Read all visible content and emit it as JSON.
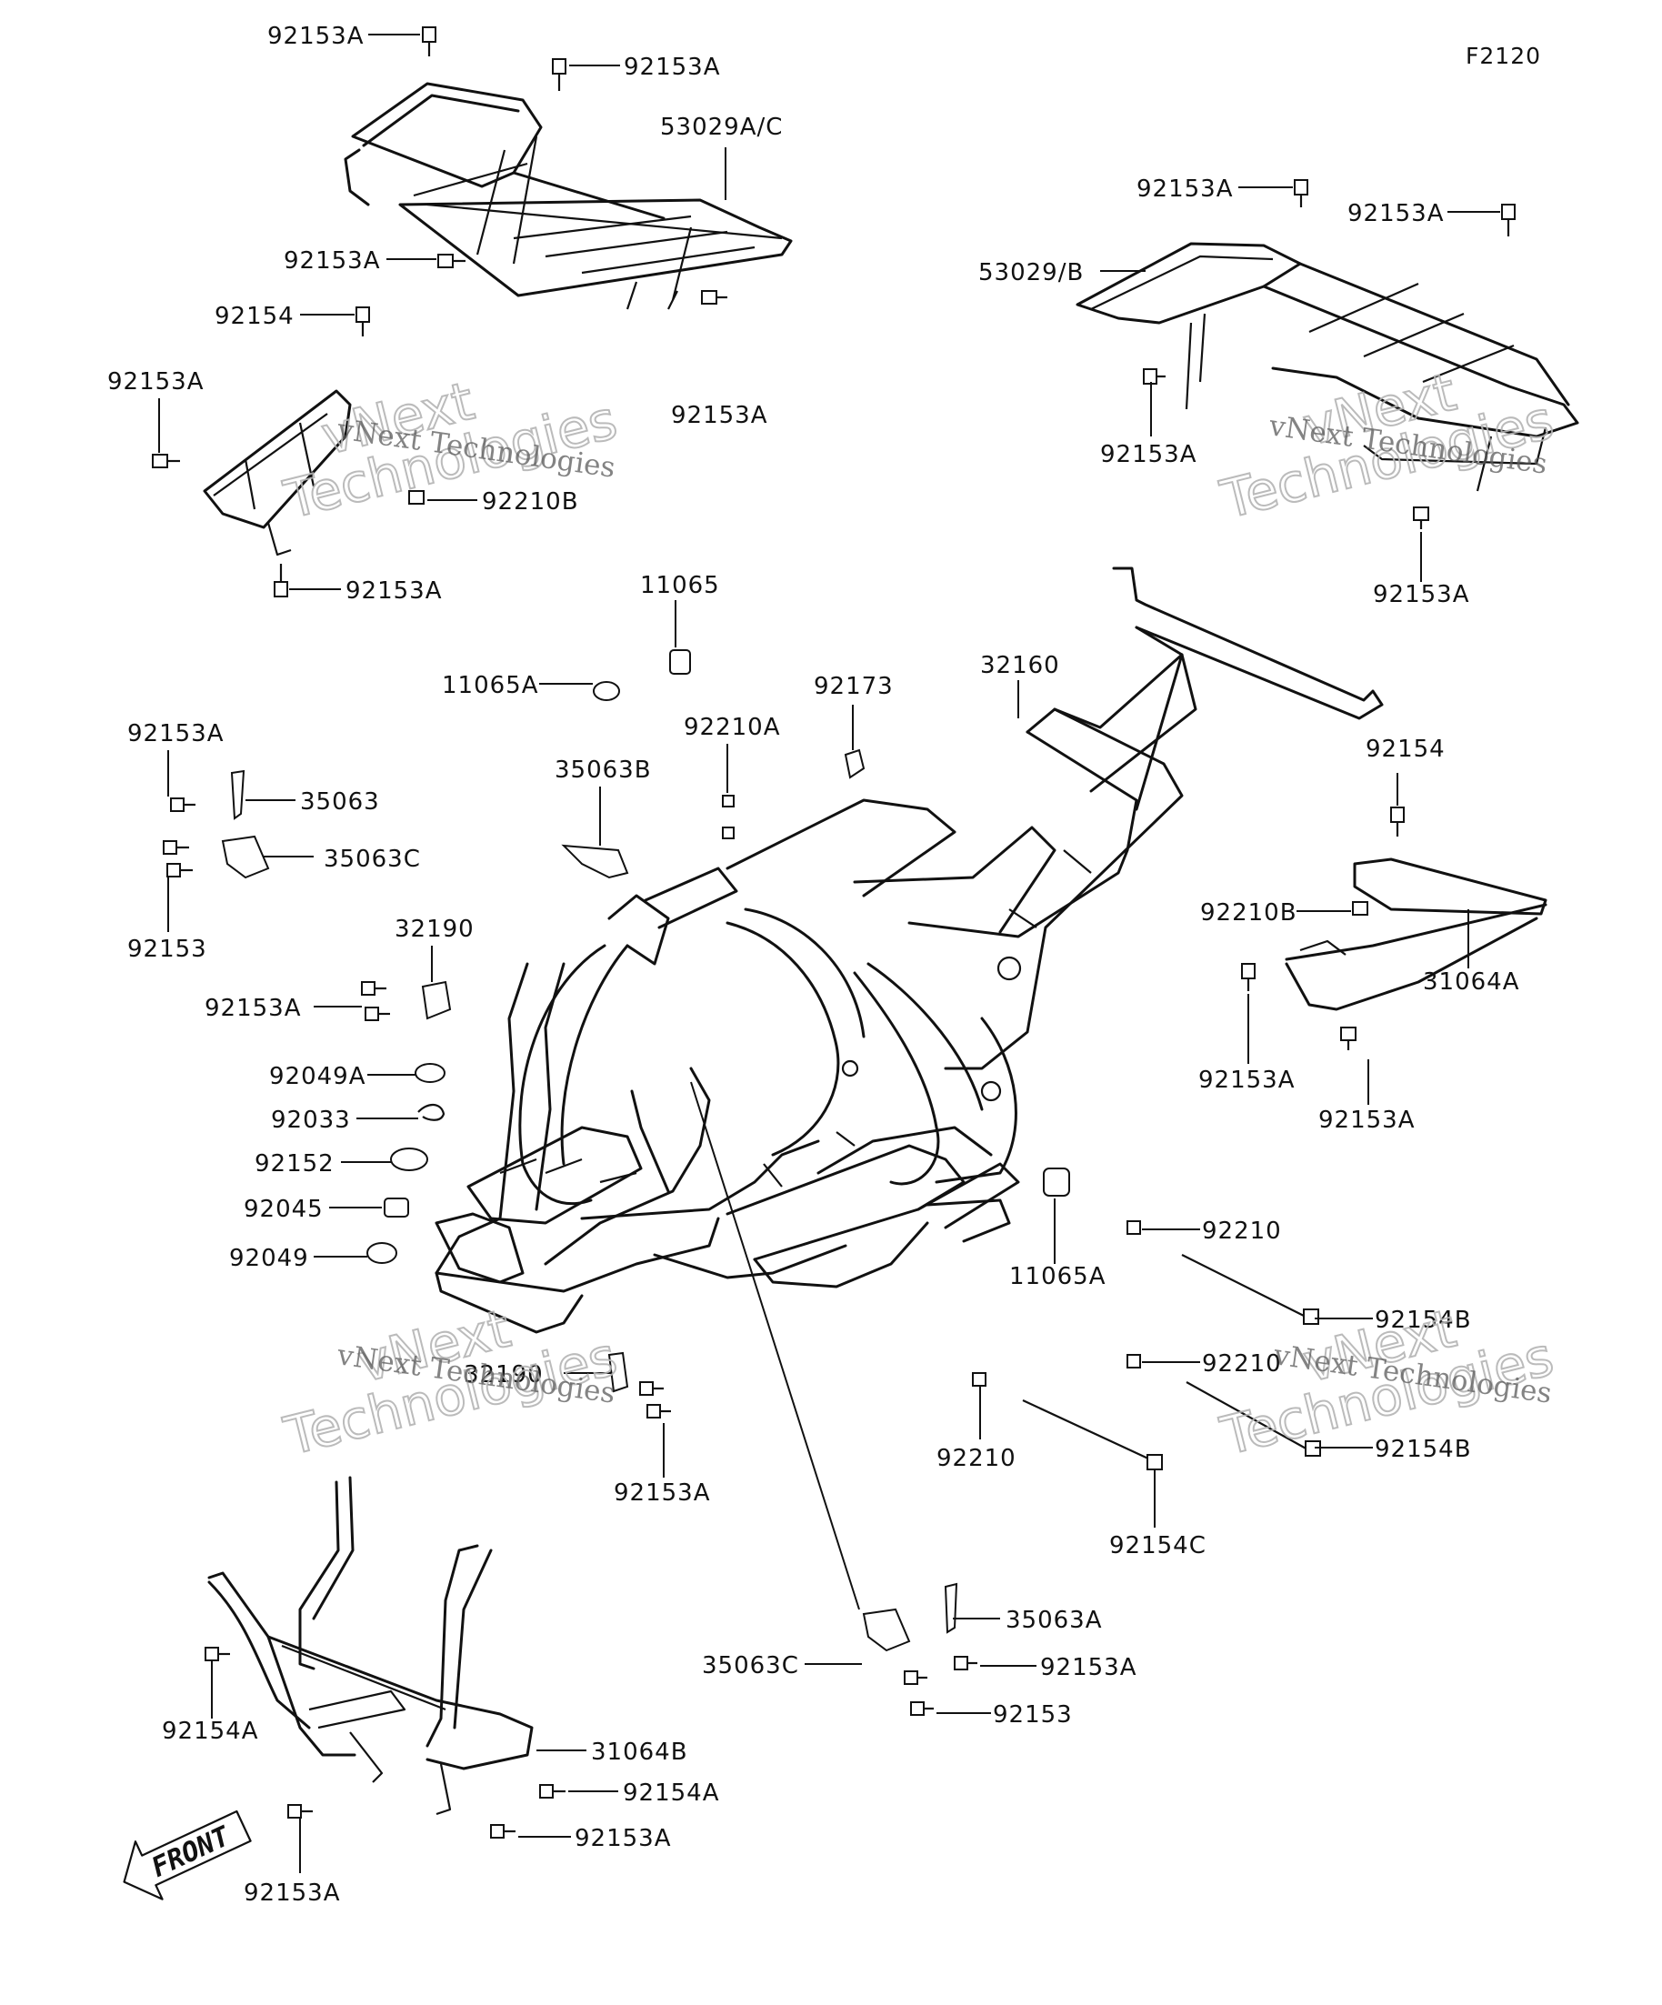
{
  "figure_code": "F2120",
  "front_arrow_label": "FRONT",
  "watermarks": [
    {
      "line1": "vNext Technologies",
      "line2": "vNext\nTechnologies"
    }
  ],
  "watermark_text": {
    "small": "vNext Technologies",
    "big_a": "vNext",
    "big_b": "Technologies"
  },
  "labels": {
    "l01": "92153A",
    "l02": "92153A",
    "l03": "53029A/C",
    "l04": "92153A",
    "l05": "92154",
    "l06": "92153A",
    "l07": "92153A",
    "l08": "92210B",
    "l09": "92153A",
    "l10": "F2120",
    "l11": "92153A",
    "l12": "92153A",
    "l13": "53029/B",
    "l14": "92153A",
    "l15": "92153A",
    "l16": "11065",
    "l17": "11065A",
    "l18": "92173",
    "l19": "32160",
    "l20": "92210A",
    "l21": "92153A",
    "l22": "35063",
    "l23": "35063B",
    "l24": "35063C",
    "l25": "92153",
    "l26": "92154",
    "l27": "92210B",
    "l28": "31064A",
    "l29": "92153A",
    "l30": "92153A",
    "l31": "32190",
    "l32": "92153A",
    "l33": "92049A",
    "l34": "92033",
    "l35": "92152",
    "l36": "92045",
    "l37": "92049",
    "l38": "11065A",
    "l39": "92210",
    "l40": "92154B",
    "l41": "92210",
    "l42": "92210",
    "l43": "92154B",
    "l44": "32190",
    "l45": "92153A",
    "l46": "92154C",
    "l47": "35063A",
    "l48": "35063C",
    "l49": "92153A",
    "l50": "92153",
    "l51": "92154A",
    "l52": "31064B",
    "l53": "92154A",
    "l54": "92153A",
    "l55": "92153A"
  }
}
